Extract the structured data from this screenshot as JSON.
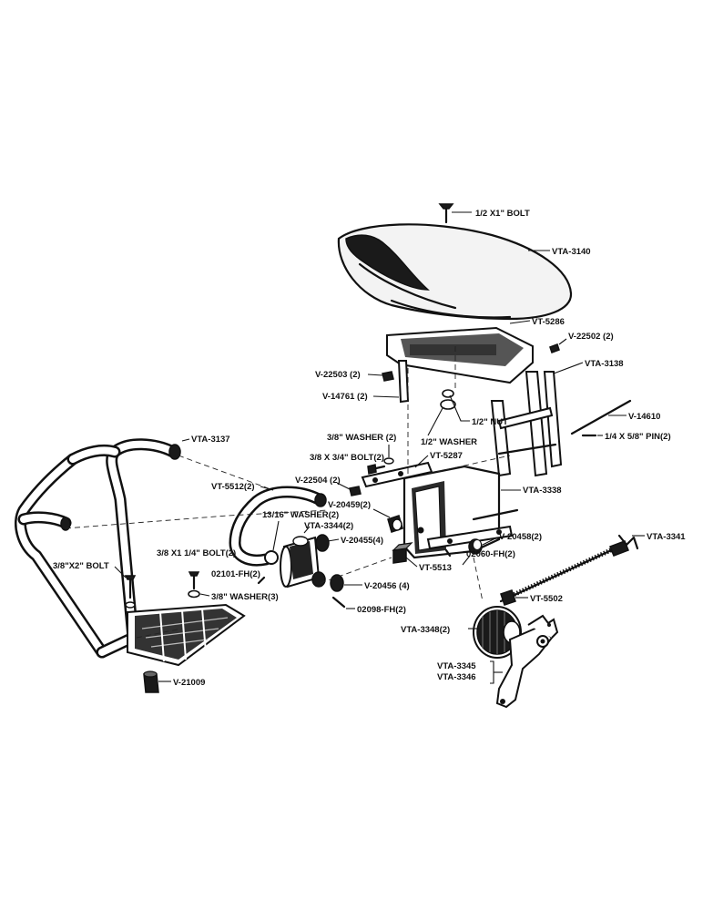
{
  "labels": {
    "bolt_half_1": "1/2 X1\" BOLT",
    "vta3140": "VTA-3140",
    "vt5286": "VT-5286",
    "v22502": "V-22502 (2)",
    "vta3138": "VTA-3138",
    "v22503": "V-22503 (2)",
    "v14761": "V-14761 (2)",
    "nut_half": "1/2\" NUT",
    "washer_half": "1/2\" WASHER",
    "v14610": "V-14610",
    "pin": "1/4 X 5/8\" PIN(2)",
    "vta3137": "VTA-3137",
    "washer_38": "3/8\" WASHER (2)",
    "bolt_38": "3/8 X 3/4\" BOLT(2)",
    "vt5287": "VT-5287",
    "v22504": "V-22504 (2)",
    "vt5512": "VT-5512(2)",
    "washer_1316": "13/16\" WASHER(2)",
    "v20459": "V-20459(2)",
    "vta3338": "VTA-3338",
    "vta3344": "VTA-3344(2)",
    "v20455": "V-20455(4)",
    "v20458": "V-20458(2)",
    "vta3341": "VTA-3341",
    "bolt_38x2": "3/8\"X2\" BOLT",
    "bolt_38x114": "3/8 X1 1/4\" BOLT(2)",
    "fh02101": "02101-FH(2)",
    "vt5513": "VT-5513",
    "fh02060": "02060-FH(2)",
    "washer_38_3": "3/8\" WASHER(3)",
    "v20456": "V-20456 (4)",
    "vt5502": "VT-5502",
    "fh02098": "02098-FH(2)",
    "vta3348": "VTA-3348(2)",
    "vta3345": "VTA-3345",
    "vta3346": "VTA-3346",
    "v21009": "V-21009"
  }
}
